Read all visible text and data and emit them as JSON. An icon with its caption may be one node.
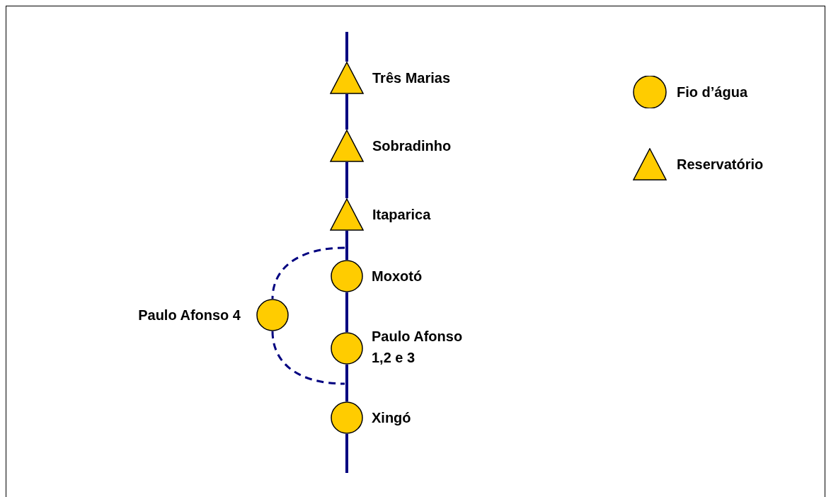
{
  "diagram": {
    "nodes": [
      {
        "text": [],
        "shape": "triangle",
        "beside": [
          "Três Marias"
        ]
      },
      {
        "text": [],
        "shape": "triangle",
        "beside": [
          "Sobradinho"
        ]
      },
      {
        "text": [],
        "shape": "triangle",
        "beside": [
          "Itaparica"
        ]
      },
      {
        "text": [],
        "shape": "circle",
        "beside": [
          "Moxotó"
        ]
      },
      {
        "text": [],
        "shape": "circle",
        "beside": [
          "Paulo Afonso 4"
        ]
      },
      {
        "text": [],
        "shape": "circle",
        "beside": [
          "Paulo Afonso 1,2 e 3"
        ]
      },
      {
        "text": [],
        "shape": "circle",
        "beside": [
          "Xingó"
        ]
      }
    ],
    "edges": [
      {
        "from": null,
        "to": 0,
        "arrow": "none",
        "color": "#000080"
      },
      {
        "from": 0,
        "to": 1,
        "arrow": "none",
        "color": "#000080"
      },
      {
        "from": 1,
        "to": 2,
        "arrow": "none",
        "color": "#000080"
      },
      {
        "from": 2,
        "to": 3,
        "arrow": "none",
        "color": "#000080"
      },
      {
        "from": 3,
        "to": 5,
        "arrow": "none",
        "color": "#000080"
      },
      {
        "from": 5,
        "to": 6,
        "arrow": "none",
        "color": "#000080"
      },
      {
        "from": 6,
        "to": null,
        "arrow": "none",
        "color": "#000080"
      },
      {
        "from": null,
        "to": 4,
        "arrow": "none",
        "style": "dashed",
        "color": "#000080"
      },
      {
        "from": 4,
        "to": null,
        "arrow": "none",
        "style": "dashed",
        "color": "#000080"
      }
    ],
    "legend": [
      {
        "text": "Fio d’água"
      },
      {
        "text": "Reservatório"
      }
    ]
  }
}
